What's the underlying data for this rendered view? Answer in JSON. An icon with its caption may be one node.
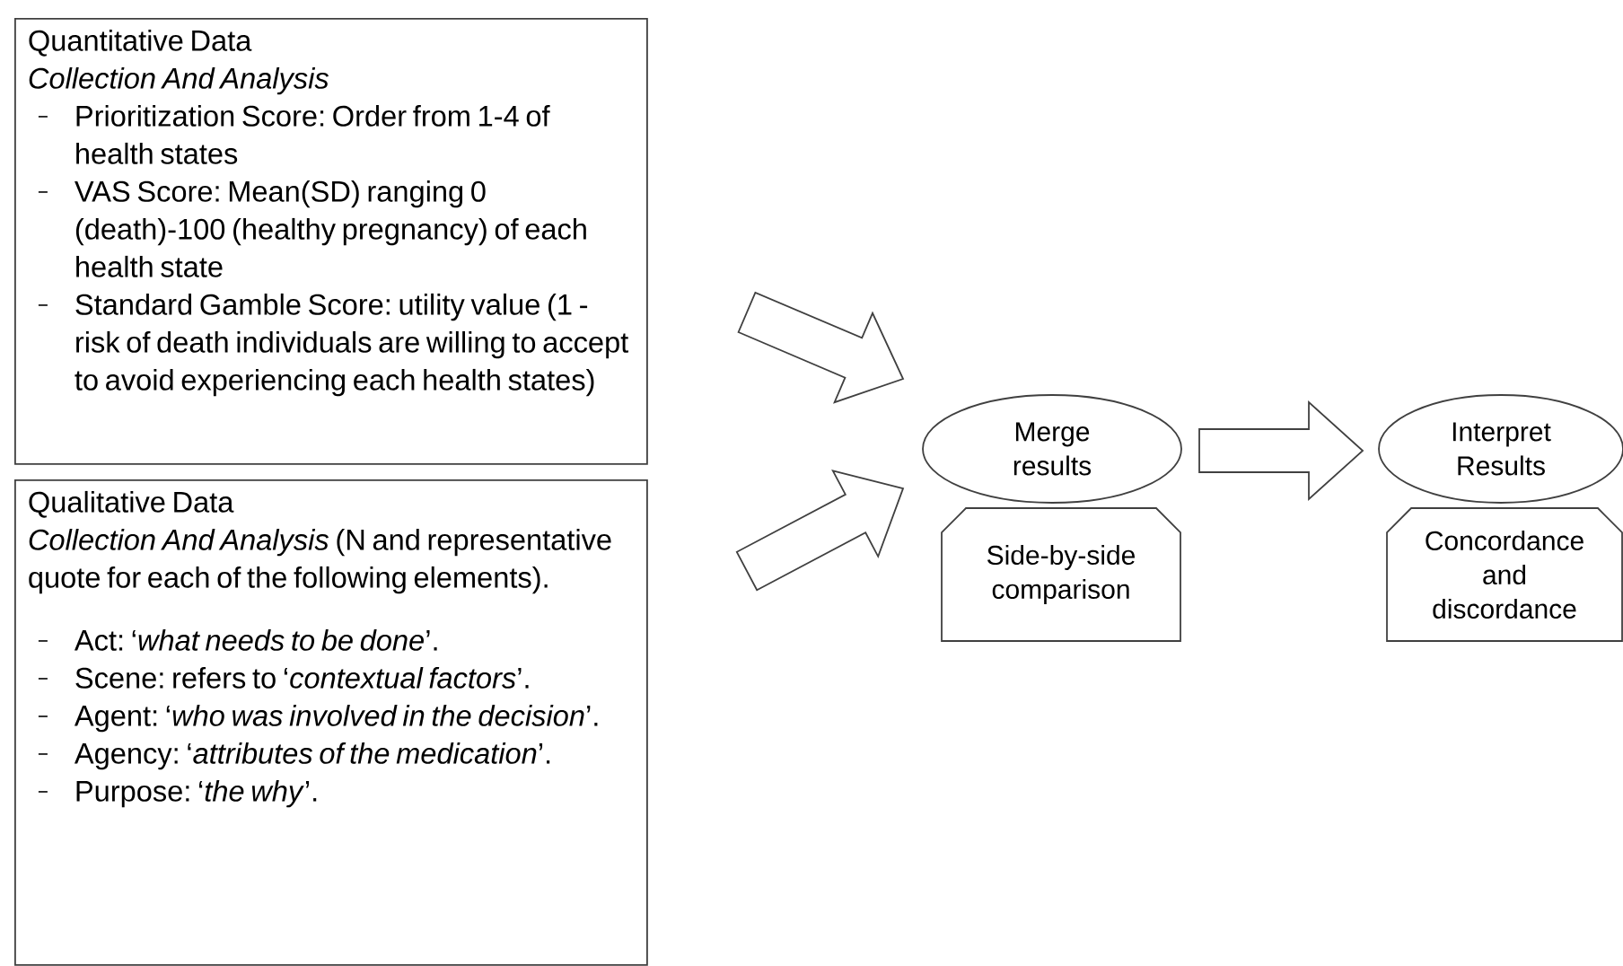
{
  "diagram": {
    "nodes": [
      {
        "text": [
          "Quantitative Data",
          "Collection And Analysis",
          "Prioritization Score: Order from 1-4 of health states",
          "VAS Score: Mean(SD) ranging 0 (death)-100 (healthy pregnancy) of each health state",
          "Standard Gamble Score: utility value (1 - risk of death individuals are willing to accept to avoid experiencing each health states)"
        ]
      },
      {
        "text": [
          "Qualitative Data",
          "*Collection And Analysis* (N and representative quote for each of the following elements).",
          "Act: ‘*what needs to be done*’.",
          "Scene: refers to ‘*contextual factors*’.",
          "Agent: ‘*who was involved in the decision*’.",
          "Agency: ‘*attributes of the medication*’.",
          "Purpose: ‘*the why*’."
        ]
      },
      {
        "text": [
          "Merge results"
        ]
      },
      {
        "text": [
          "Side-by-side comparison"
        ]
      },
      {
        "text": [
          "Interpret Results"
        ]
      },
      {
        "text": [
          "Concordance and discordance"
        ]
      }
    ],
    "edges": [
      {
        "from": 0,
        "to": 2,
        "arrow": "to"
      },
      {
        "from": 1,
        "to": 2,
        "arrow": "to"
      },
      {
        "from": 2,
        "to": 4,
        "arrow": "to"
      }
    ]
  }
}
